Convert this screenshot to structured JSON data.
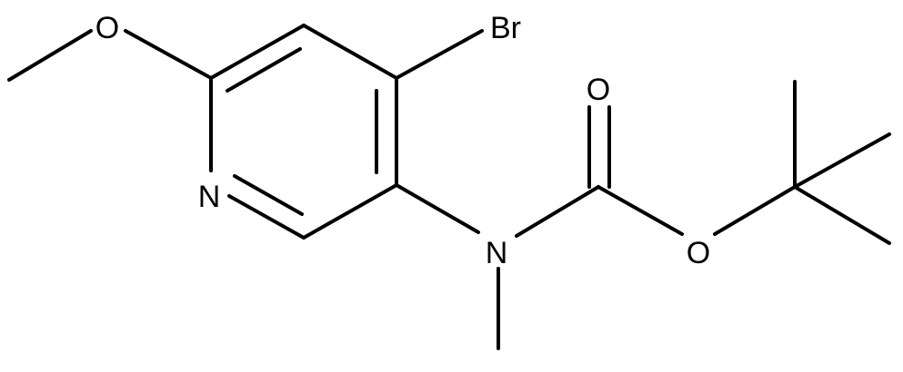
{
  "structure": {
    "atoms": {
      "bromine": "Br",
      "ring_nitrogen": "N",
      "methoxy_oxygen": "O",
      "amine_nitrogen": "N",
      "carbonyl_oxygen": "O",
      "ester_oxygen": "O"
    },
    "colors": {
      "bond": "#000000",
      "label": "#000000",
      "background": "#ffffff"
    }
  }
}
